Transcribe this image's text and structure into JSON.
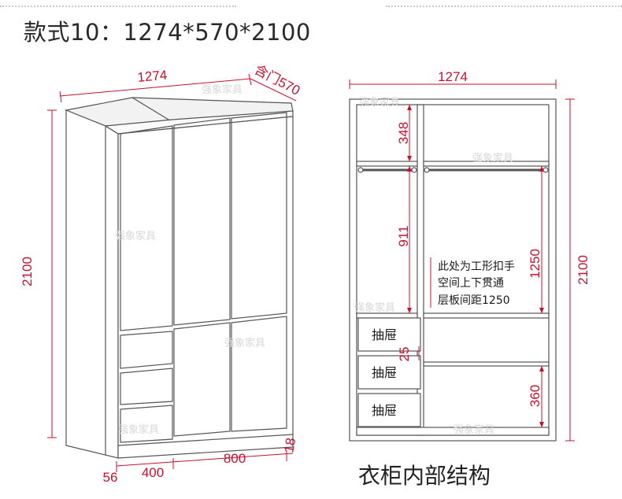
{
  "title": "款式10：1274*570*2100",
  "caption": "衣柜内部结构",
  "watermark": "强象家具",
  "colors": {
    "dimension": "#c8102e",
    "outline": "#555555"
  },
  "left_view": {
    "width": "1274",
    "depth": "含门570",
    "height": "2100",
    "bottom_dims": {
      "side": "56",
      "drawer_section": "400",
      "door_section": "800",
      "door_thickness": "18"
    }
  },
  "right_view": {
    "width": "1274",
    "top_space": "348",
    "hanging_space": "911",
    "right_space": "1250",
    "height": "2100",
    "drawer_gap": "25",
    "lower_shelf": "360",
    "drawer_labels": [
      "抽屉",
      "抽屉",
      "抽屉"
    ],
    "note_lines": [
      "此处为工形扣手",
      "空间上下贯通",
      "层板间距1250"
    ]
  }
}
